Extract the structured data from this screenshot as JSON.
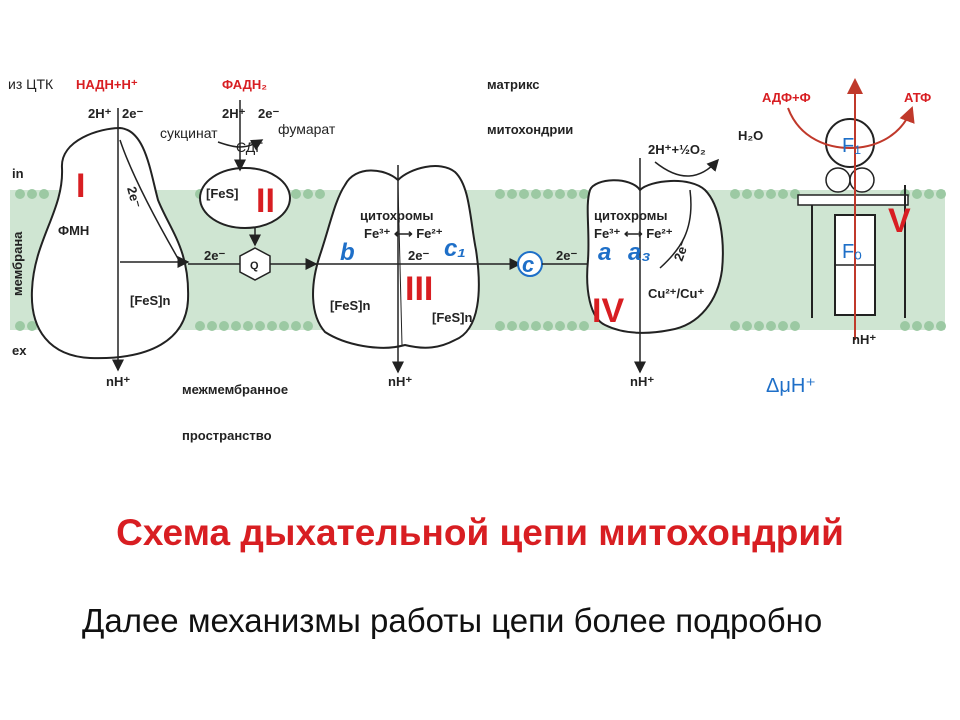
{
  "labels": {
    "from_tca": "из ЦТК",
    "nadh": "НАДН+Н⁺",
    "fadh2": "ФАДН₂",
    "two_h": "2Н⁺",
    "two_e": "2e⁻",
    "succinate": "сукцинат",
    "fumarate": "фумарат",
    "sdh": "СДГ",
    "matrix_1": "матрикс",
    "matrix_2": "митохондрии",
    "water_reaction": "2Н⁺+½O₂",
    "water": "H₂O",
    "adp": "АДФ+Ф",
    "atp": "АТФ",
    "in": "in",
    "ex": "ex",
    "membrane": "мембрана",
    "complex_1": "I",
    "complex_2": "II",
    "complex_3": "III",
    "complex_4": "IV",
    "complex_5": "V",
    "fmn": "ФМН",
    "fes": "[FeS]",
    "fes_n": "[FeS]n",
    "q": "Q",
    "cyt_b": "b",
    "cyt_c1": "c₁",
    "cyt_c": "c",
    "cyt_a": "a",
    "cyt_a3": "a₃",
    "cytochromes": "цитохромы",
    "fe_redox": "Fe³⁺ ⟷ Fe²⁺",
    "cu_redox": "Cu²⁺/Cu⁺",
    "f1": "F₁",
    "fo": "Fₒ",
    "nh": "nН⁺",
    "intermembrane_1": "межмембранное",
    "intermembrane_2": "пространство",
    "delta_mu": "ΔμН⁺"
  },
  "title": "Схема дыхательной цепи митохондрий",
  "subtitle": "Далее механизмы работы цепи более подробно",
  "colors": {
    "membrane": "#cfe5d2",
    "accent_red": "#d81e22",
    "accent_blue": "#1e6fc8"
  }
}
